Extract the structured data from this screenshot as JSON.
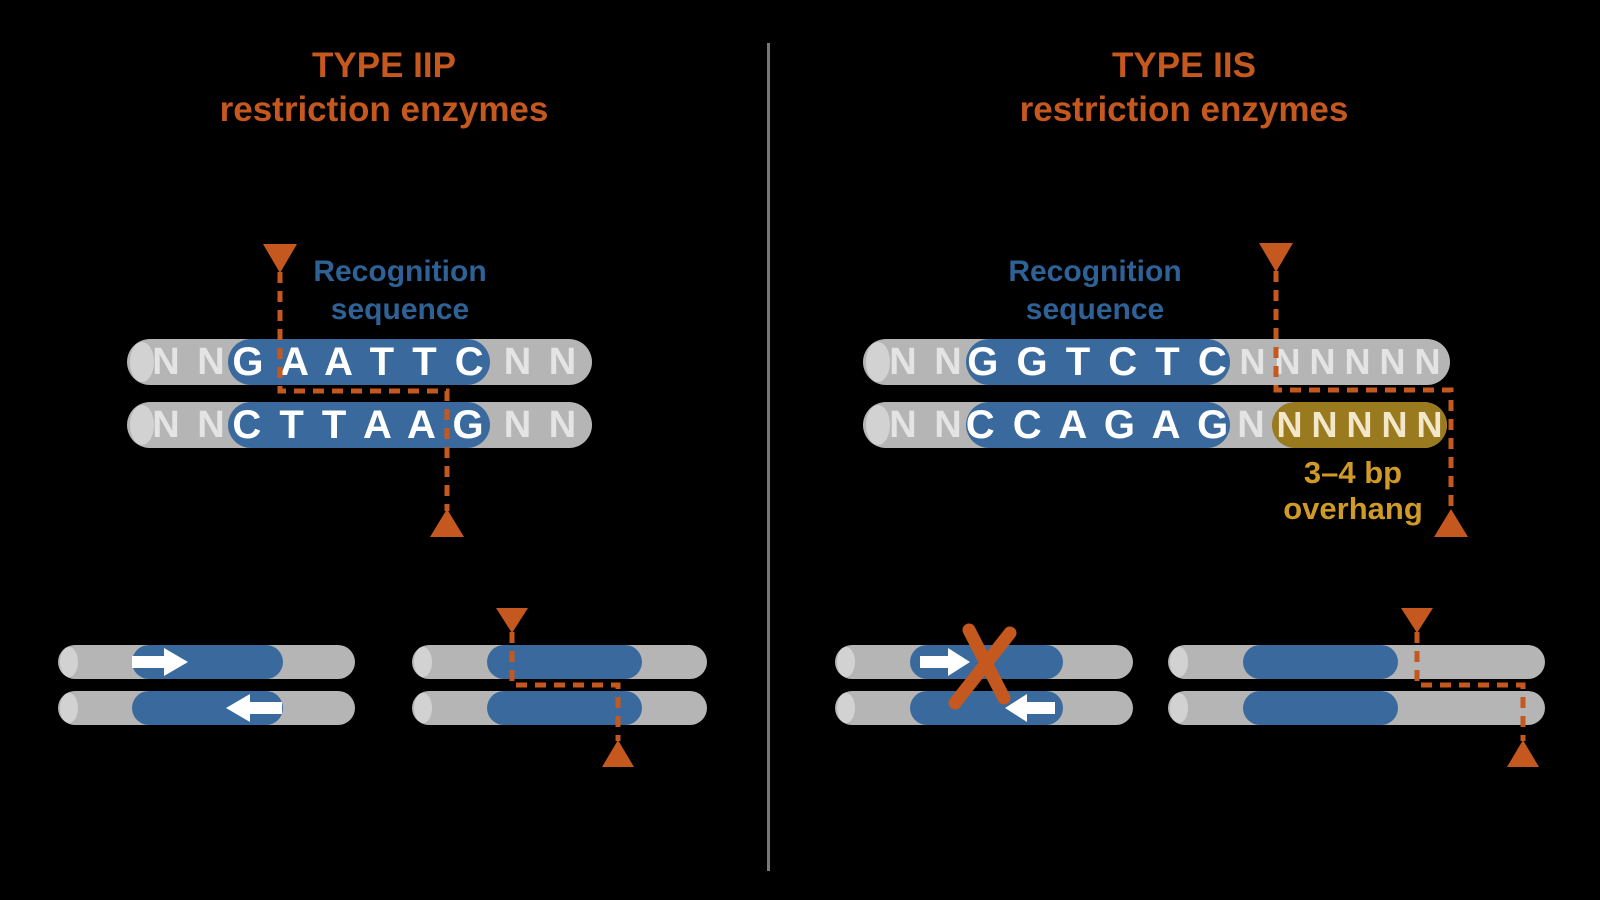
{
  "colors": {
    "background": "#000000",
    "orange": "#c5581e",
    "blue": "#3a6a9d",
    "label-blue": "#2e6296",
    "gray": "#b5b5b5",
    "gray-cap": "#d2d2d2",
    "gray-letter": "#e4e4e4",
    "gold": "#9a7a1e",
    "gold-letter": "#f2e7c8",
    "gold-text": "#d09a26",
    "divider": "#787878"
  },
  "left_panel": {
    "title_line1": "TYPE IIP",
    "title_line2": "restriction enzymes",
    "recognition_label_line1": "Recognition",
    "recognition_label_line2": "sequence",
    "strand_top": {
      "flank_left": "N N",
      "site": "G A A T T C",
      "flank_right": "N N"
    },
    "strand_bottom": {
      "flank_left": "N N",
      "site": "C T T A A G",
      "flank_right": "N N"
    }
  },
  "right_panel": {
    "title_line1": "TYPE IIS",
    "title_line2": "restriction enzymes",
    "recognition_label_line1": "Recognition",
    "recognition_label_line2": "sequence",
    "strand_top": {
      "flank_left": "N N",
      "site": "G G T C T C",
      "flank_right": "N N N N N N"
    },
    "strand_bottom": {
      "flank_left": "N N",
      "site": "C C A G A G",
      "spacer": "N",
      "overhang": "N N N N N"
    },
    "overhang_label_line1": "3–4 bp",
    "overhang_label_line2": "overhang"
  }
}
